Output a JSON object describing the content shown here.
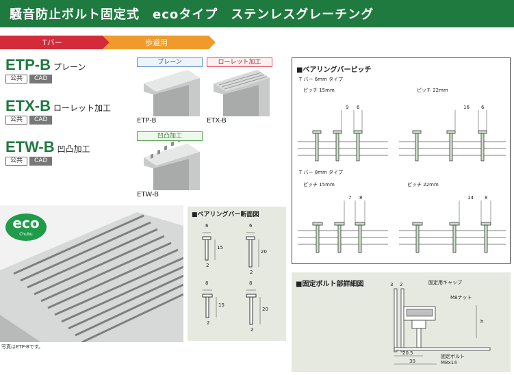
{
  "header": {
    "title": "騒音防止ボルト固定式　ecoタイプ　ステンレスグレーチング"
  },
  "tabs": [
    {
      "label": "Tバー"
    },
    {
      "label": "歩道用"
    }
  ],
  "products": [
    {
      "code": "ETP-B",
      "kind": "プレーン",
      "badges": [
        "公共",
        "CAD"
      ]
    },
    {
      "code": "ETX-B",
      "kind": "ローレット加工",
      "badges": [
        "公共",
        "CAD"
      ]
    },
    {
      "code": "ETW-B",
      "kind": "凹凸加工",
      "badges": [
        "公共",
        "CAD"
      ]
    }
  ],
  "samples": [
    {
      "label": "プレーン",
      "caption": "ETP-B",
      "color": "#5b8fc9"
    },
    {
      "label": "ローレット加工",
      "caption": "ETX-B",
      "color": "#d94a5a"
    },
    {
      "label": "凹凸加工",
      "caption": "ETW-B",
      "color": "#58a84f"
    }
  ],
  "eco_badge": {
    "text": "eco",
    "sub": "Chubu"
  },
  "photo_caption": "写真はETP-Bです。",
  "section_diagram": {
    "title": "■ベアリングバー断面図",
    "dims": [
      "6",
      "15",
      "2",
      "6",
      "20",
      "2",
      "8",
      "15",
      "2",
      "8",
      "20",
      "2"
    ]
  },
  "pitch_panel": {
    "title": "■ベアリングバーピッチ",
    "group1": "T バー 6mm タイプ",
    "group2": "T バー 8mm タイプ",
    "pitch15": "ピッチ 15mm",
    "pitch22": "ピッチ 22mm",
    "dims_6_15": [
      "9",
      "6"
    ],
    "dims_6_22": [
      "16",
      "6"
    ],
    "dims_8_15": [
      "7",
      "8"
    ],
    "dims_8_22": [
      "14",
      "8"
    ]
  },
  "bolt_panel": {
    "title": "■固定ボルト部詳細図",
    "labels": [
      "固定用キャップ",
      "M8ナット",
      "固定ボルト",
      "M8x14"
    ],
    "dims": [
      "3",
      "2",
      "h",
      "20.5",
      "30"
    ]
  }
}
